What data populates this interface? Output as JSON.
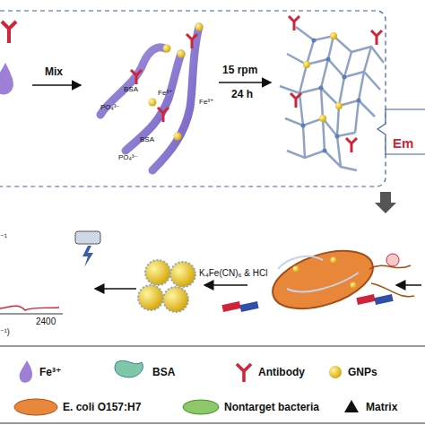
{
  "diagram": {
    "nodes": [
      {
        "text": [
          "Em"
        ]
      }
    ],
    "labels": [
      "Mix",
      "15 rpm",
      "24 h",
      "BSA",
      "PO₄³⁻",
      "Fe³⁺",
      "BSA",
      "PO₄³⁻",
      "Fe³⁺",
      "K₄Fe(CN)₆ & HCl",
      "⁻¹",
      "2400",
      "⁻¹)"
    ],
    "legend": [
      {
        "text": "Fe³⁺"
      },
      {
        "text": "BSA"
      },
      {
        "text": "Antibody"
      },
      {
        "text": "GNPs"
      },
      {
        "text": "E. coli O157:H7"
      },
      {
        "text": "Nontarget bacteria"
      },
      {
        "text": "Matrix"
      }
    ]
  }
}
